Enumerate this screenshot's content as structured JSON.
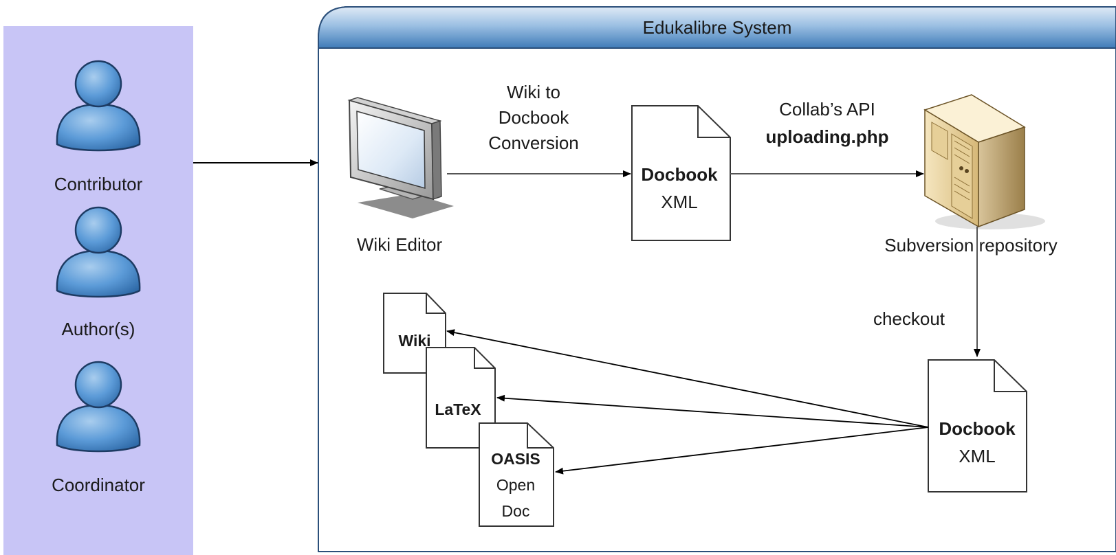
{
  "colors": {
    "actor_panel": "#c9c6f7",
    "actor_body": "#5b9bd5",
    "actor_outline": "#1b3a63",
    "system_header_top": "#d6e6f5",
    "system_header_bottom": "#3a78b5",
    "system_border": "#2b4f7a",
    "line": "#000000"
  },
  "actors": [
    {
      "label": "Contributor",
      "icon": "person-icon"
    },
    {
      "label": "Author(s)",
      "icon": "person-icon"
    },
    {
      "label": "Coordinator",
      "icon": "person-icon"
    }
  ],
  "system": {
    "title": "Edukalibre System"
  },
  "nodes": {
    "wiki_editor": {
      "label": "Wiki Editor",
      "icon": "monitor-icon"
    },
    "docbook_top": {
      "line1": "Docbook",
      "line2": "XML",
      "icon": "document-icon"
    },
    "svn": {
      "label": "Subversion repository",
      "icon": "server-icon"
    },
    "docbook_bottom": {
      "line1": "Docbook",
      "line2": "XML",
      "icon": "document-icon"
    },
    "out_wiki": {
      "line1": "Wiki",
      "icon": "document-icon"
    },
    "out_latex": {
      "line1": "LaTeX",
      "icon": "document-icon"
    },
    "out_oasis": {
      "line1": "OASIS",
      "line2": "Open",
      "line3": "Doc",
      "icon": "document-icon"
    }
  },
  "edges": {
    "wiki_to_docbook": {
      "line1": "Wiki to",
      "line2": "Docbook",
      "line3": "Conversion"
    },
    "docbook_to_svn": {
      "line1": "Collab’s API",
      "line2": "uploading.php"
    },
    "svn_to_docbook": {
      "label": "checkout"
    }
  }
}
